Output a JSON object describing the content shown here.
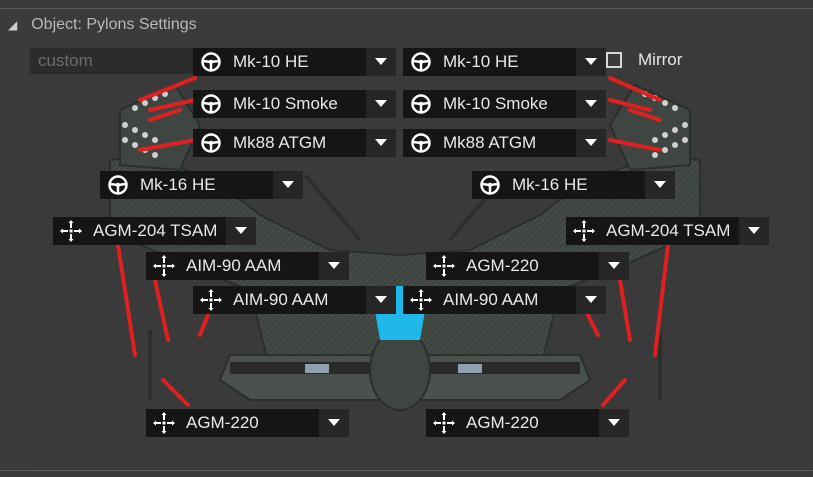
{
  "panel": {
    "title": "Object: Pylons Settings"
  },
  "preset": {
    "value": "custom"
  },
  "mirror": {
    "label": "Mirror",
    "checked": false
  },
  "pylons": [
    {
      "icon": "steering-wheel-icon",
      "value": "Mk-10 HE"
    },
    {
      "icon": "steering-wheel-icon",
      "value": "Mk-10 HE"
    },
    {
      "icon": "steering-wheel-icon",
      "value": "Mk-10 Smoke"
    },
    {
      "icon": "steering-wheel-icon",
      "value": "Mk-10 Smoke"
    },
    {
      "icon": "steering-wheel-icon",
      "value": "Mk88 ATGM"
    },
    {
      "icon": "steering-wheel-icon",
      "value": "Mk88 ATGM"
    },
    {
      "icon": "steering-wheel-icon",
      "value": "Mk-16 HE"
    },
    {
      "icon": "steering-wheel-icon",
      "value": "Mk-16 HE"
    },
    {
      "icon": "crosshair-icon",
      "value": "AGM-204 TSAM"
    },
    {
      "icon": "crosshair-icon",
      "value": "AGM-204 TSAM"
    },
    {
      "icon": "crosshair-icon",
      "value": "AIM-90 AAM"
    },
    {
      "icon": "crosshair-icon",
      "value": "AGM-220"
    },
    {
      "icon": "crosshair-icon",
      "value": "AIM-90 AAM"
    },
    {
      "icon": "crosshair-icon",
      "value": "AIM-90 AAM"
    },
    {
      "icon": "crosshair-icon",
      "value": "AGM-220"
    },
    {
      "icon": "crosshair-icon",
      "value": "AGM-220"
    }
  ],
  "colors": {
    "accent_line": "#e02020",
    "cockpit": "#1fb8e8"
  }
}
